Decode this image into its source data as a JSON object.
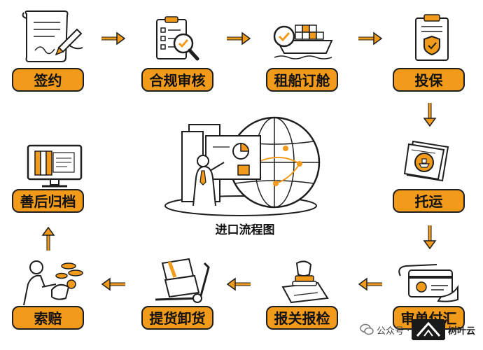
{
  "diagram": {
    "center_title": "进口流程图",
    "steps": [
      {
        "id": "sign",
        "label": "签约",
        "icon": "contract-icon"
      },
      {
        "id": "compliance",
        "label": "合规审核",
        "icon": "checklist-magnifier-icon"
      },
      {
        "id": "charter",
        "label": "租船订舱",
        "icon": "cargo-ship-icon"
      },
      {
        "id": "insure",
        "label": "投保",
        "icon": "insurance-document-icon"
      },
      {
        "id": "ship",
        "label": "托运",
        "icon": "shipping-documents-icon"
      },
      {
        "id": "payment",
        "label": "审单付汇",
        "icon": "bank-card-icon"
      },
      {
        "id": "customs",
        "label": "报关报检",
        "icon": "customs-stamp-icon"
      },
      {
        "id": "unload",
        "label": "提货卸货",
        "icon": "hand-truck-icon"
      },
      {
        "id": "claim",
        "label": "索赔",
        "icon": "claim-icon"
      },
      {
        "id": "archive",
        "label": "善后归档",
        "icon": "archive-monitor-icon"
      }
    ]
  },
  "watermark": {
    "text": "公众号 ·",
    "brand": "树叶云"
  },
  "colors": {
    "accent": "#f29a1a",
    "ink": "#1f1f1f"
  }
}
